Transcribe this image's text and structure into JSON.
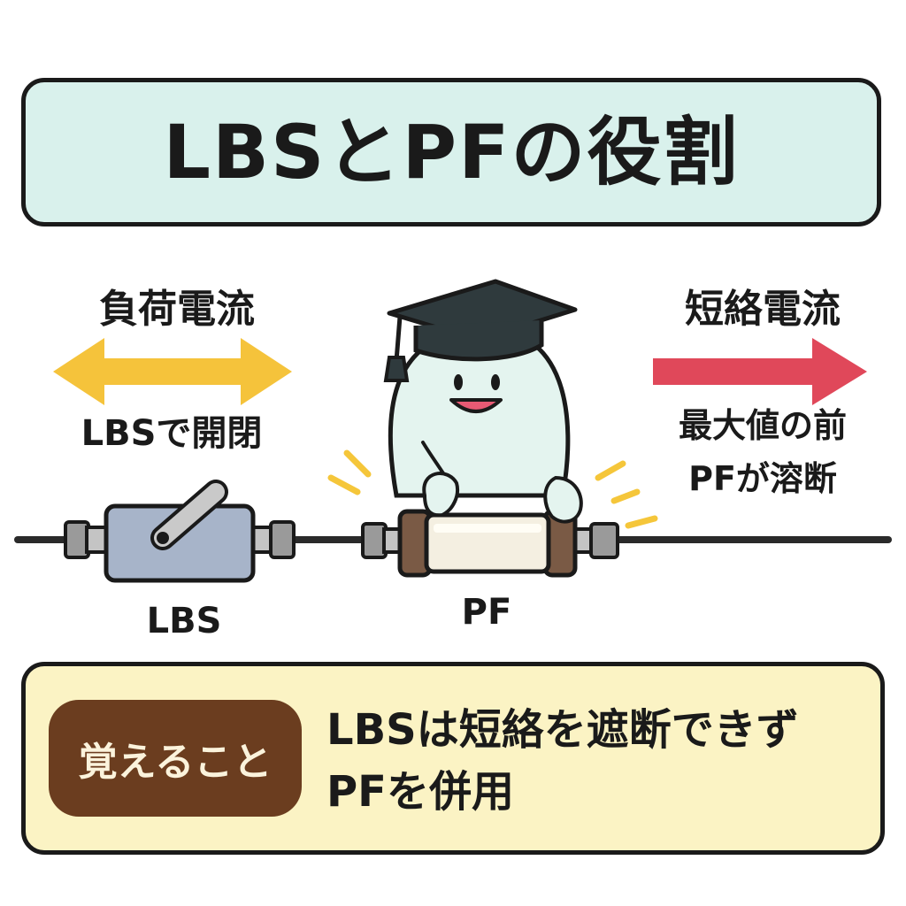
{
  "title": "LBSとPFの役割",
  "left_panel": {
    "current_label": "負荷電流",
    "operation_label": "LBSで開閉",
    "arrow_color": "#f5c33b"
  },
  "right_panel": {
    "current_label": "短絡電流",
    "note_line_1": "最大値の前",
    "note_line_2": "PFが溶断",
    "arrow_color": "#e0485a"
  },
  "components": {
    "lbs_label": "LBS",
    "pf_label": "PF"
  },
  "remember": {
    "badge": "覚えること",
    "line_1": "LBSは短絡を遮断できず",
    "line_2": "PFを併用"
  },
  "colors": {
    "title_bg": "#d9f1ec",
    "remember_bg": "#fbf3c4",
    "badge_bg": "#6b3d1f",
    "lbs_body": "#a7b4c9",
    "character_body": "#e4f4ef",
    "cap": "#2f3a3d"
  },
  "icons": [
    "double-arrow-icon",
    "right-arrow-icon",
    "switch-handle-icon",
    "graduation-cap-icon",
    "spark-icon"
  ]
}
